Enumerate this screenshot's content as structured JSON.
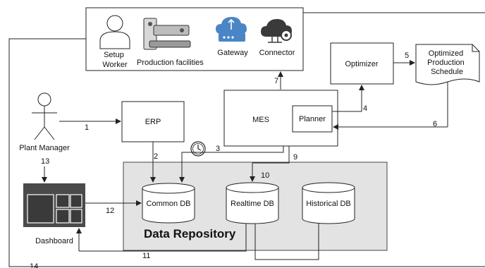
{
  "diagram": {
    "devices": {
      "setup_worker": "Setup\nWorker",
      "production_facilities": "Production facilities",
      "gateway": "Gateway",
      "connector": "Connector"
    },
    "nodes": {
      "optimizer": "Optimizer",
      "schedule": "Optimized\nProduction\nSchedule",
      "erp": "ERP",
      "mes": "MES",
      "planner": "Planner",
      "plant_manager": "Plant Manager",
      "dashboard": "Dashboard"
    },
    "repository": {
      "title": "Data Repository",
      "dbs": [
        "Common DB",
        "Realtime DB",
        "Historical DB"
      ]
    },
    "flows": [
      "1",
      "2",
      "3",
      "4",
      "5",
      "6",
      "7",
      "9",
      "10",
      "11",
      "12",
      "13",
      "14"
    ],
    "icons": [
      "person-icon",
      "stapler-icon",
      "gateway-cloud-icon",
      "connector-cloud-gear-icon",
      "clock-icon",
      "stick-figure-icon",
      "dashboard-icon"
    ],
    "colors": {
      "repository_fill": "#e3e3e3",
      "gateway_blue": "#4a86c5",
      "connector_dark": "#3a3a3a",
      "dashboard_dark": "#4a4a4a"
    }
  }
}
